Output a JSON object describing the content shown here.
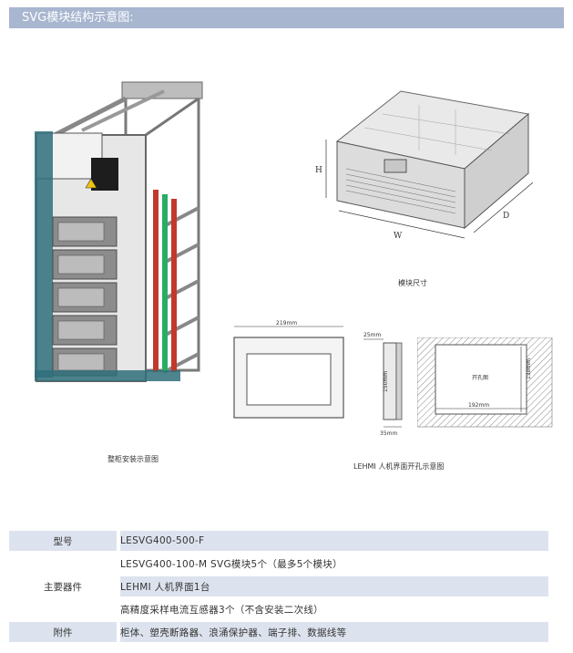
{
  "header": {
    "title": "SVG模块结构示意图:"
  },
  "figures": {
    "cabinet_caption": "整柜安装示意图",
    "module_caption": "模块尺寸",
    "module_dims": {
      "h": "H",
      "w": "W",
      "d": "D"
    },
    "hmi_caption": "LEHMI 人机界面开孔示意图",
    "hmi_dims": {
      "width": "219mm",
      "height": "150mm",
      "depth_top": "25mm",
      "depth_bottom": "35mm",
      "cutout_label": "开孔图",
      "cutout_width": "192mm",
      "cutout_height": "138mm"
    }
  },
  "spec_table": {
    "rows": [
      {
        "label": "型号",
        "value": "LESVG400-500-F"
      },
      {
        "label": "主要器件",
        "values": [
          "LESVG400-100-M  SVG模块5个（最多5个模块）",
          "LEHMI 人机界面1台",
          "高精度采样电流互感器3个（不含安装二次线）"
        ]
      },
      {
        "label": "附件",
        "value": "柜体、塑壳断路器、浪涌保护器、端子排、数据线等"
      }
    ]
  },
  "colors": {
    "header_bg": "#a8b6d0",
    "row_bg": "#dde3ee",
    "cabinet_teal": "#2e6f7a",
    "cabinet_red": "#c0392b",
    "cabinet_green": "#27ae60"
  }
}
